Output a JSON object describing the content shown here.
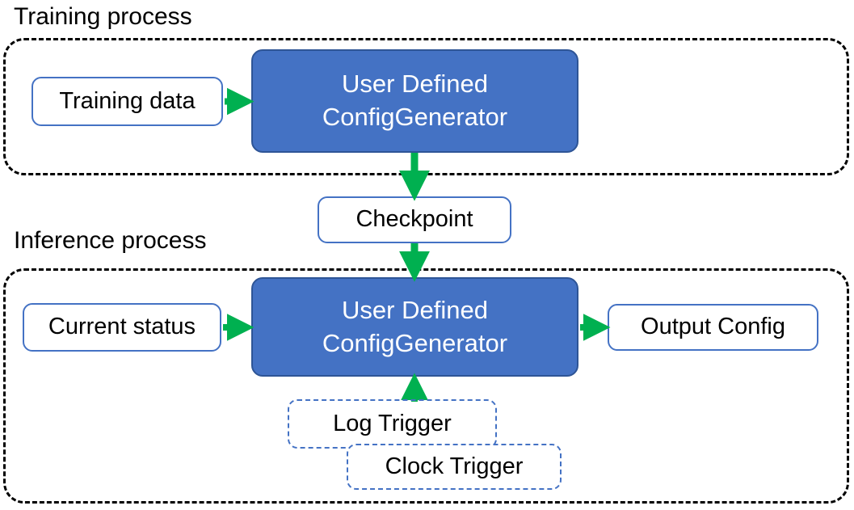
{
  "diagram": {
    "title_training": "Training process",
    "title_inference": "Inference process",
    "colors": {
      "primary_fill": "#4472C4",
      "primary_border": "#2E5596",
      "node_border": "#4472C4",
      "arrow": "#00B050",
      "group_border": "#000000",
      "text_dark": "#000000",
      "text_light": "#FFFFFF",
      "background": "#FFFFFF"
    },
    "training": {
      "input_node": "Training data",
      "generator_line1": "User Defined",
      "generator_line2": "ConfigGenerator"
    },
    "bridge": {
      "checkpoint_node": "Checkpoint"
    },
    "inference": {
      "input_node": "Current status",
      "generator_line1": "User Defined",
      "generator_line2": "ConfigGenerator",
      "output_node": "Output Config",
      "trigger_log": "Log Trigger",
      "trigger_clock": "Clock Trigger"
    },
    "edges": [
      {
        "from": "Training data",
        "to": "User Defined ConfigGenerator",
        "direction": "right"
      },
      {
        "from": "User Defined ConfigGenerator",
        "to": "Checkpoint",
        "direction": "down"
      },
      {
        "from": "Checkpoint",
        "to": "User Defined ConfigGenerator",
        "direction": "down"
      },
      {
        "from": "Current status",
        "to": "User Defined ConfigGenerator",
        "direction": "right"
      },
      {
        "from": "User Defined ConfigGenerator",
        "to": "Output Config",
        "direction": "right"
      },
      {
        "from": "Log Trigger",
        "to": "User Defined ConfigGenerator",
        "direction": "up"
      }
    ]
  }
}
